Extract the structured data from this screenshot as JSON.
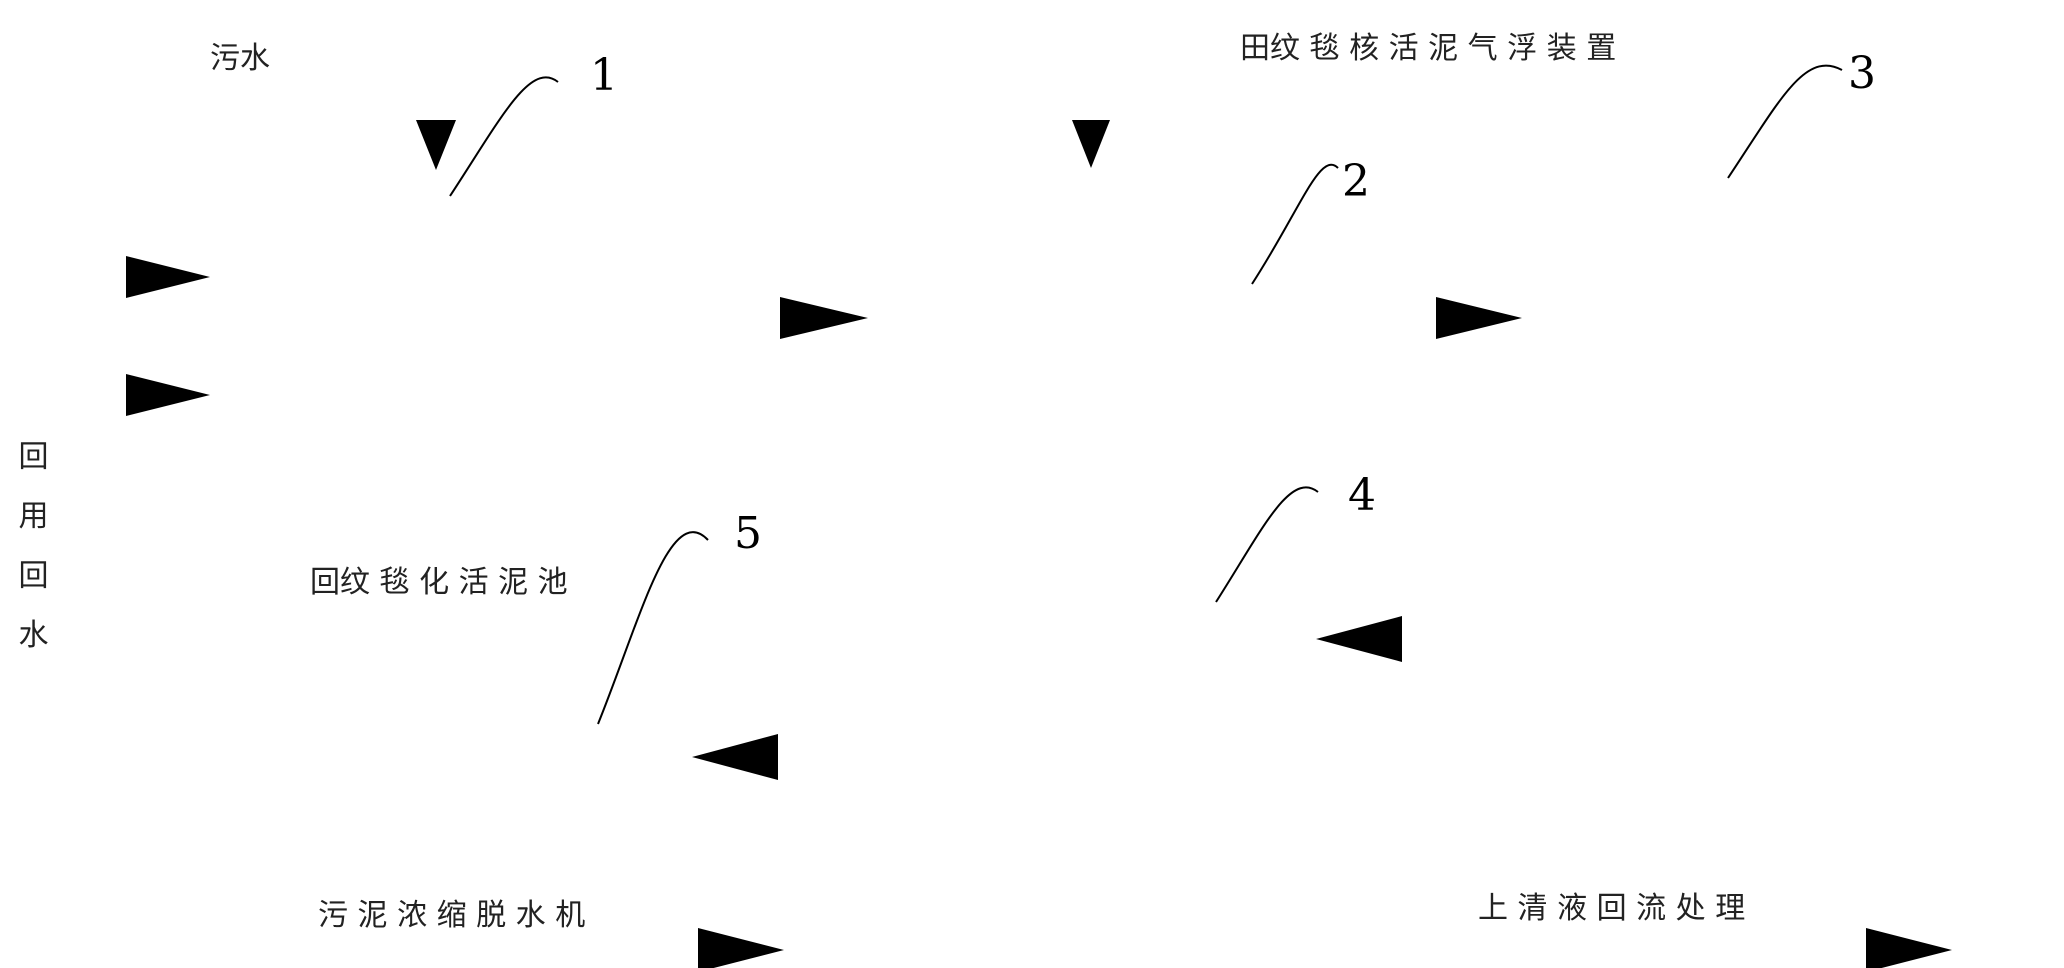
{
  "labels": {
    "sewage": "污水",
    "top_right": "田纹 毯 核 活 泥 气 浮 装 置",
    "left_vertical": "回 用 回 水",
    "mid_left": "回纹 毯 化 活 泥 池",
    "bottom_left": "污 泥 浓 缩 脱 水 机",
    "bottom_right": "上 清 液 回 流 处 理"
  },
  "numbers": {
    "n1": "1",
    "n2": "2",
    "n3": "3",
    "n4": "4",
    "n5": "5"
  },
  "colors": {
    "ink": "#000000",
    "text": "#222222",
    "background": "#ffffff"
  }
}
